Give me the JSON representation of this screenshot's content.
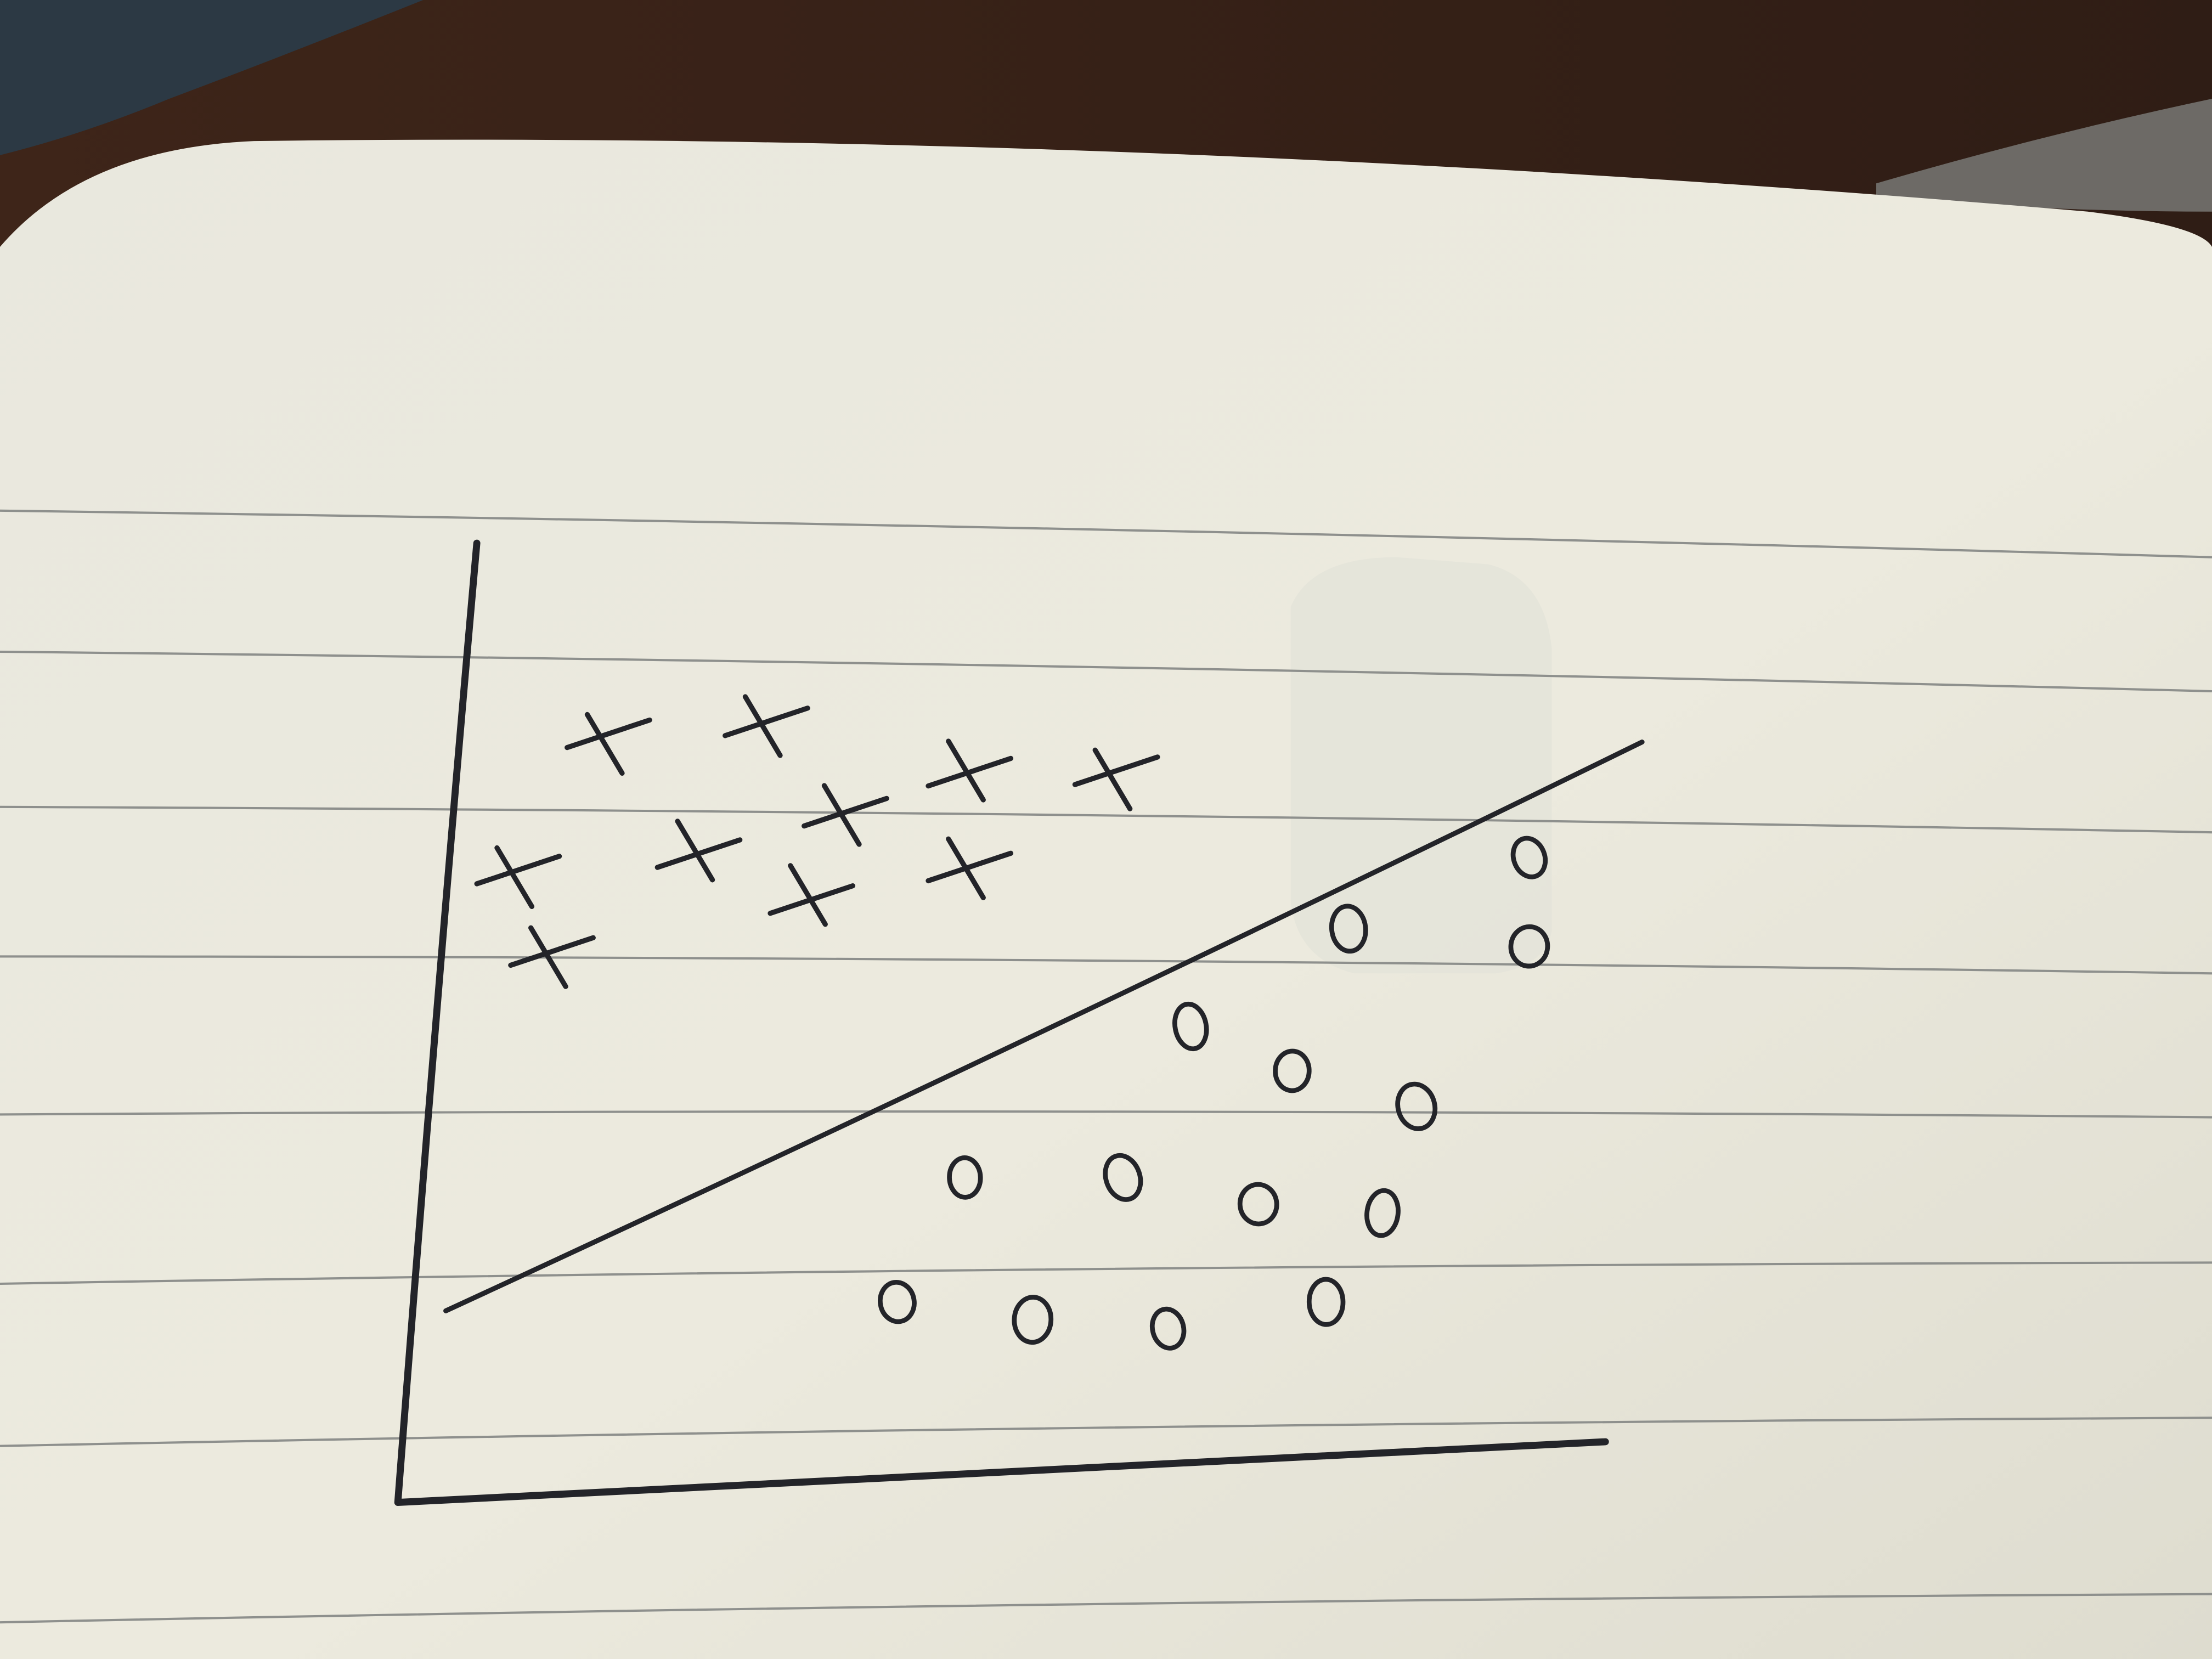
{
  "image_type": "photo of hand-drawn sketch in lined notebook",
  "colors": {
    "table": "#3b2419",
    "paper": "#eae9df",
    "ink": "#222428",
    "ruled_line": "#8b8d8a",
    "fabric": "#2d3a44"
  },
  "chart_data": {
    "type": "scatter",
    "title": "",
    "xlabel": "",
    "ylabel": "",
    "xlim": [
      0,
      100
    ],
    "ylim": [
      0,
      100
    ],
    "grid": false,
    "series": [
      {
        "marker": "x",
        "points": [
          [
            16,
            80
          ],
          [
            30,
            82
          ],
          [
            48,
            77
          ],
          [
            61,
            76
          ],
          [
            37,
            72
          ],
          [
            24,
            68
          ],
          [
            8,
            65
          ],
          [
            48,
            66
          ],
          [
            34,
            63
          ],
          [
            11,
            56
          ]
        ]
      },
      {
        "marker": "o",
        "points": [
          [
            98,
            67
          ],
          [
            82,
            59
          ],
          [
            98,
            57
          ],
          [
            68,
            48
          ],
          [
            77,
            43
          ],
          [
            88,
            39
          ],
          [
            48,
            31
          ],
          [
            62,
            31
          ],
          [
            74,
            28
          ],
          [
            85,
            27
          ],
          [
            42,
            17
          ],
          [
            54,
            15
          ],
          [
            66,
            14
          ],
          [
            80,
            17
          ]
        ]
      }
    ],
    "annotations": [
      {
        "type": "separating_line",
        "from": [
          2,
          16
        ],
        "to": [
          108,
          80
        ]
      }
    ]
  }
}
